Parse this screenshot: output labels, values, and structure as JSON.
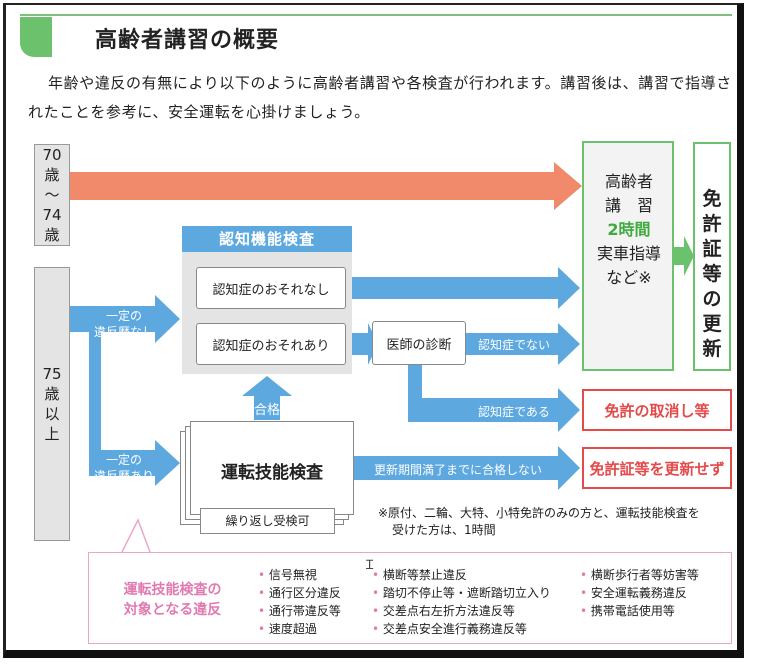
{
  "title": "高齢者講習の概要",
  "intro": "年齢や違反の有無により以下のように高齢者講習や各検査が行われます。講習後は、講習で指導されたことを参考に、安全運転を心掛けましょう。",
  "age_groups": [
    {
      "lines": [
        "70",
        "歳",
        "～",
        "74",
        "歳"
      ]
    },
    {
      "lines": [
        "75",
        "歳",
        "以",
        "上"
      ]
    }
  ],
  "cognitive_test": {
    "title": "認知機能検査",
    "no_risk": "認知症のおそれなし",
    "risk": "認知症のおそれあり"
  },
  "branches": {
    "no_violation": [
      "一定の",
      "違反歴なし"
    ],
    "with_violation": [
      "一定の",
      "違反歴あり"
    ]
  },
  "doctor": "医師の診断",
  "not_dementia": "認知症でない",
  "is_dementia": "認知症である",
  "pass": "合格",
  "driving_test": {
    "title": "運転技能検査",
    "repeat": "繰り返し受検可"
  },
  "fail_label": "更新期間満了までに合格しない",
  "lecture": {
    "line1": "高齢者",
    "line2": "講　習",
    "hours": "2時間",
    "line3": "実車指導",
    "line4": "など※"
  },
  "renewal": [
    "免",
    "許",
    "証",
    "等",
    "の",
    "更",
    "新"
  ],
  "cancel": "免許の取消し等",
  "no_renew": "免許証等を更新せず",
  "footnote": [
    "※原付、二輪、大特、小特免許のみの方と、運転技能検査を",
    "受けた方は、1時間"
  ],
  "violations_title": [
    "運転技能検査の",
    "対象となる違反"
  ],
  "violations": [
    "信号無視",
    "通行区分違反",
    "通行帯違反等",
    "速度超過",
    "横断等禁止違反",
    "踏切不停止等・遮断踏切立入り",
    "交差点右左折方法違反等",
    "交差点安全進行義務違反等",
    "横断歩行者等妨害等",
    "安全運転義務違反",
    "携帯電話使用等"
  ],
  "colors": {
    "accent_green": "#6cc16c",
    "blue": "#5ca8df",
    "orange": "#f08a6a",
    "red": "#e34a4a",
    "pink": "#e07ab0"
  }
}
